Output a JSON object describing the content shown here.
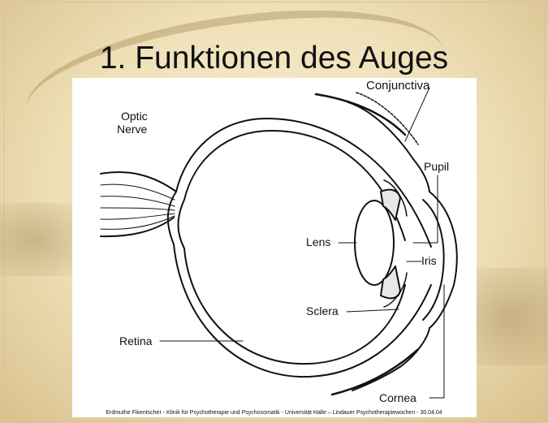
{
  "slide": {
    "title": "1. Funktionen des Auges",
    "footer": "Erdmuthe Fikentscher - Klinik für Psychotherapie und Psychosomatik - Universität Halle  – Lindauer Psychotherapiewochen - 30.04.04"
  },
  "diagram": {
    "labels": {
      "optic_nerve_line1": "Optic",
      "optic_nerve_line2": "Nerve",
      "conjunctiva": "Conjunctiva",
      "pupil": "Pupil",
      "lens": "Lens",
      "iris": "Iris",
      "sclera": "Sclera",
      "retina": "Retina",
      "cornea": "Cornea"
    }
  },
  "colors": {
    "background": "#efe0b8",
    "diagram_background": "#ffffff",
    "ink": "#111111"
  }
}
